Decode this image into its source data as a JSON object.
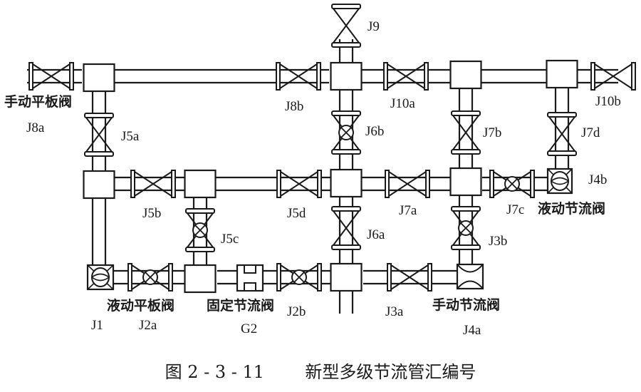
{
  "figure": {
    "caption_number": "图 2 - 3 - 11",
    "caption_title": "新型多级节流管汇编号"
  },
  "valve_labels": {
    "J8a": "J8a",
    "J8b": "J8b",
    "J9": "J9",
    "J10a": "J10a",
    "J10b": "J10b",
    "J5a": "J5a",
    "J5b": "J5b",
    "J5c": "J5c",
    "J5d": "J5d",
    "J6a": "J6a",
    "J6b": "J6b",
    "J7a": "J7a",
    "J7b": "J7b",
    "J7c": "J7c",
    "J7d": "J7d",
    "J4b": "J4b",
    "J4a": "J4a",
    "J3a": "J3a",
    "J3b": "J3b",
    "J2a": "J2a",
    "J2b": "J2b",
    "J1": "J1",
    "G2": "G2"
  },
  "type_labels": {
    "manual_gate_valve": "手动平板阀",
    "hydraulic_gate_valve": "液动平板阀",
    "fixed_choke_valve": "固定节流阀",
    "hydraulic_choke_valve": "液动节流阀",
    "manual_choke_valve": "手动节流阀"
  }
}
